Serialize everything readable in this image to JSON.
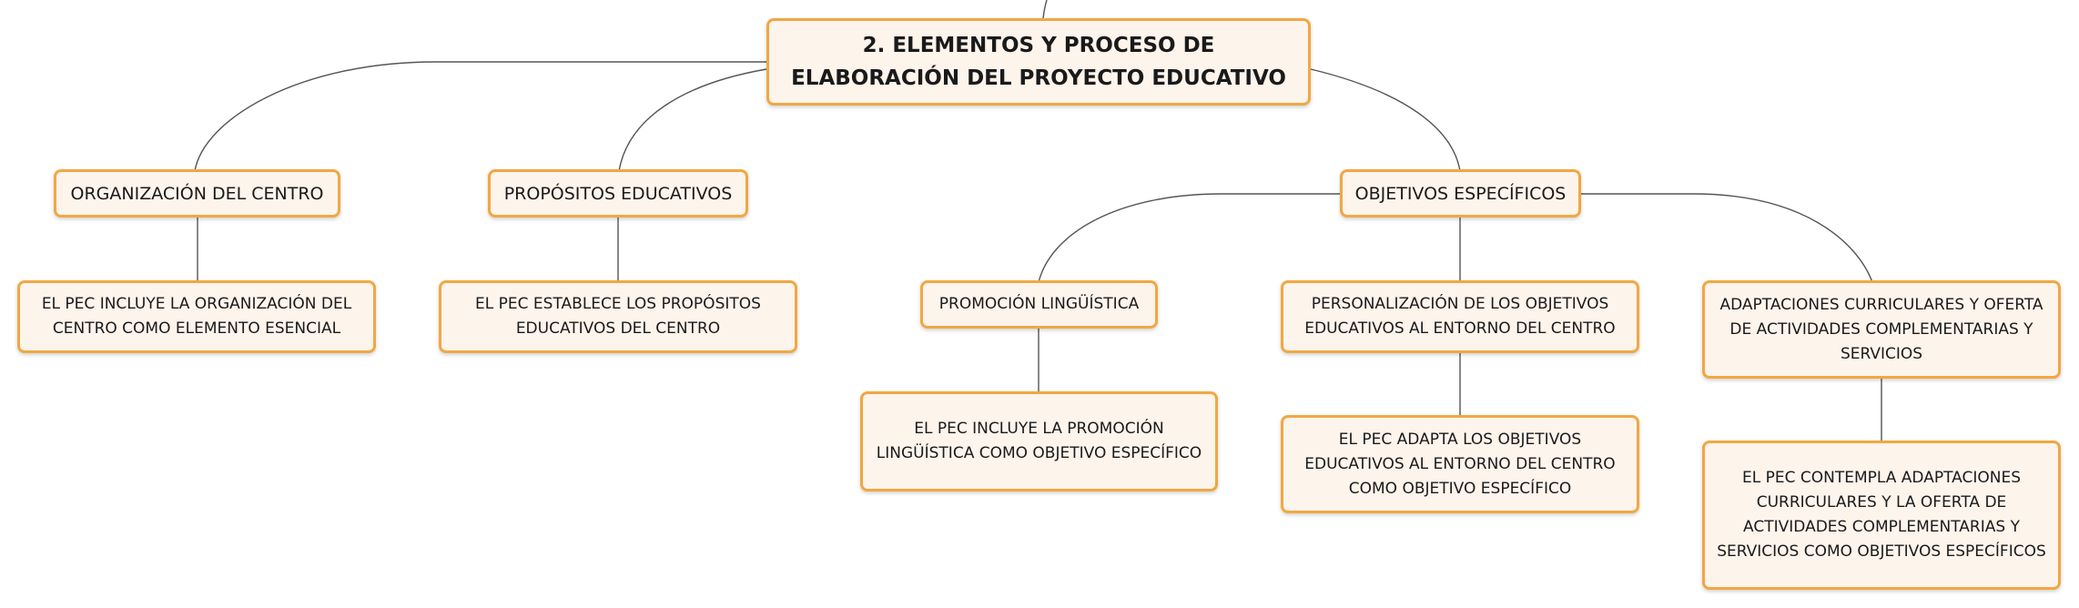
{
  "root": {
    "title": "2. ELEMENTOS Y PROCESO DE ELABORACIÓN DEL PROYECTO EDUCATIVO"
  },
  "categories": [
    {
      "label": "ORGANIZACIÓN DEL CENTRO",
      "detail": "EL PEC INCLUYE LA ORGANIZACIÓN DEL CENTRO COMO ELEMENTO ESENCIAL"
    },
    {
      "label": "PROPÓSITOS EDUCATIVOS",
      "detail": "EL PEC ESTABLECE LOS PROPÓSITOS EDUCATIVOS DEL CENTRO"
    },
    {
      "label": "OBJETIVOS ESPECÍFICOS",
      "children": [
        {
          "label": "PROMOCIÓN LINGÜÍSTICA",
          "detail": "EL PEC INCLUYE LA PROMOCIÓN LINGÜÍSTICA COMO OBJETIVO ESPECÍFICO"
        },
        {
          "label": "PERSONALIZACIÓN DE LOS OBJETIVOS EDUCATIVOS AL ENTORNO DEL CENTRO",
          "detail": "EL PEC ADAPTA LOS OBJETIVOS EDUCATIVOS AL ENTORNO DEL CENTRO COMO OBJETIVO ESPECÍFICO"
        },
        {
          "label": "ADAPTACIONES CURRICULARES Y OFERTA DE ACTIVIDADES COMPLEMENTARIAS Y SERVICIOS",
          "detail": "EL PEC CONTEMPLA ADAPTACIONES CURRICULARES Y LA OFERTA DE ACTIVIDADES COMPLEMENTARIAS Y SERVICIOS COMO OBJETIVOS ESPECÍFICOS"
        }
      ]
    }
  ]
}
